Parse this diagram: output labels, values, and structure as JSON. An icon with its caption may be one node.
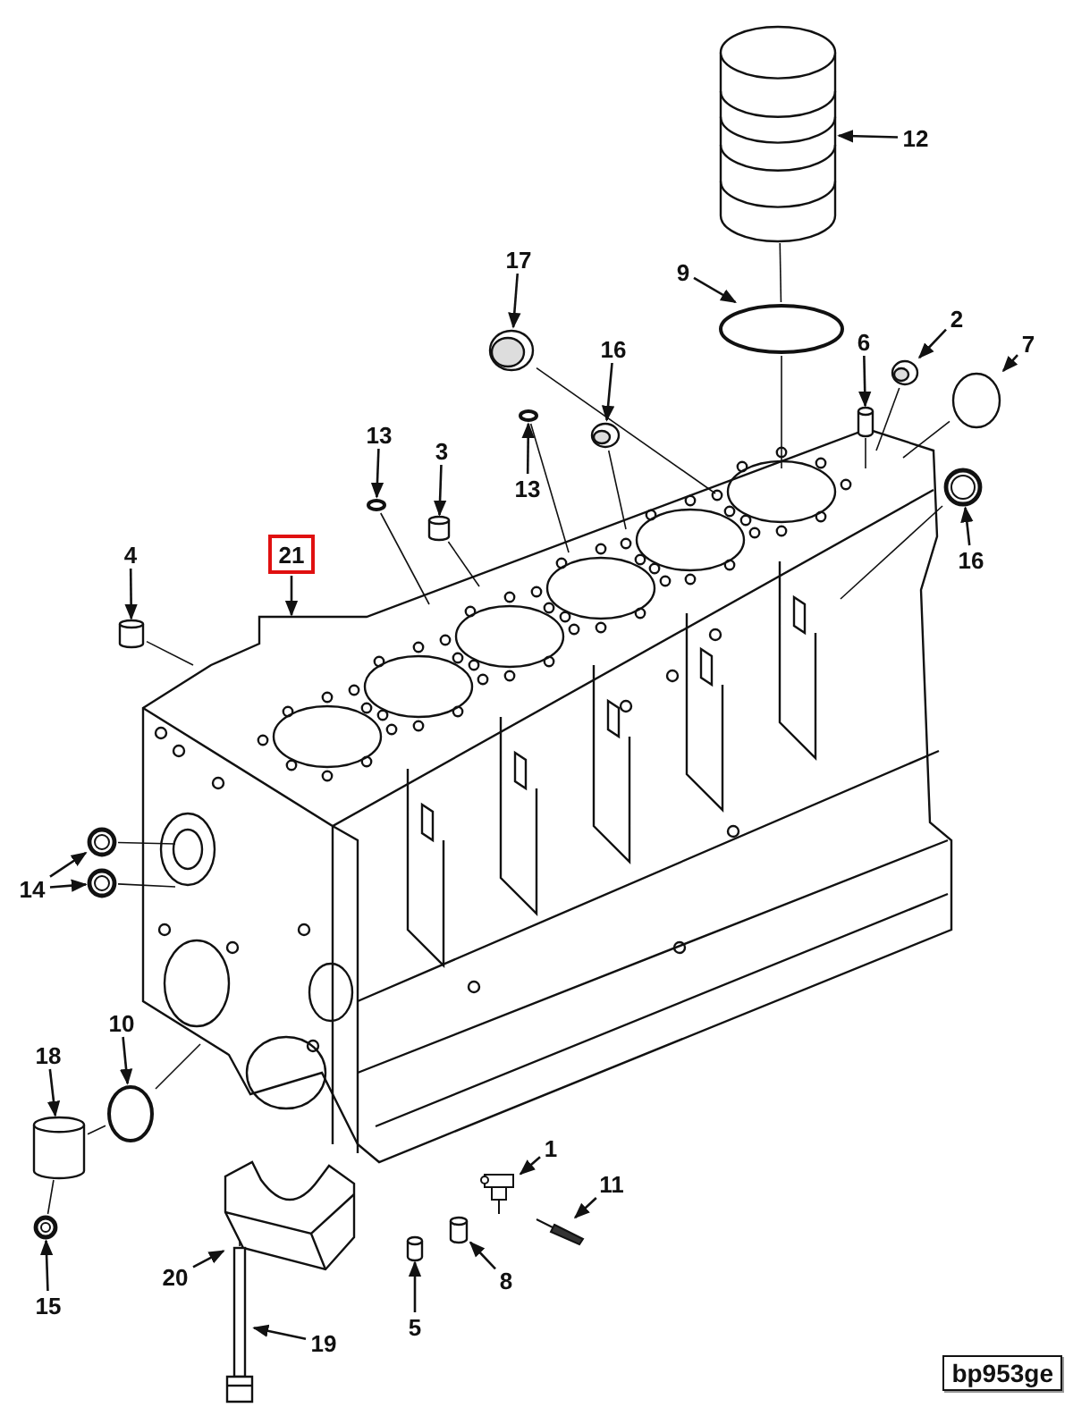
{
  "diagram": {
    "nodes": [
      {
        "text": [
          "12"
        ]
      },
      {
        "text": [],
        "shape": "cylinder"
      },
      {
        "text": [
          "17"
        ]
      },
      {
        "text": [],
        "shape": "circle"
      },
      {
        "text": [
          "9"
        ]
      },
      {
        "text": [],
        "shape": "circle"
      },
      {
        "text": [
          "6"
        ]
      },
      {
        "text": [],
        "shape": "cylinder"
      },
      {
        "text": [
          "2"
        ]
      },
      {
        "text": [],
        "shape": "circle"
      },
      {
        "text": [
          "7"
        ]
      },
      {
        "text": [],
        "shape": "circle"
      },
      {
        "text": [
          "16"
        ]
      },
      {
        "text": [],
        "shape": "circle"
      },
      {
        "text": [
          "13"
        ]
      },
      {
        "text": [],
        "shape": "circle"
      },
      {
        "text": [
          "3"
        ]
      },
      {
        "text": [],
        "shape": "cylinder"
      },
      {
        "text": [
          "13"
        ]
      },
      {
        "text": [],
        "shape": "circle"
      },
      {
        "text": [
          "16"
        ]
      },
      {
        "text": [],
        "shape": "circle"
      },
      {
        "text": [
          "4"
        ]
      },
      {
        "text": [],
        "shape": "cylinder"
      },
      {
        "text": [
          "21"
        ]
      },
      {
        "text": [],
        "shape": "picture"
      },
      {
        "text": [
          "14"
        ]
      },
      {
        "text": [],
        "shape": "circle"
      },
      {
        "text": [],
        "shape": "circle"
      },
      {
        "text": [
          "18"
        ]
      },
      {
        "text": [],
        "shape": "cylinder"
      },
      {
        "text": [
          "10"
        ]
      },
      {
        "text": [],
        "shape": "circle"
      },
      {
        "text": [
          "1"
        ]
      },
      {
        "text": [],
        "shape": "picture"
      },
      {
        "text": [
          "11"
        ]
      },
      {
        "text": [],
        "shape": "picture"
      },
      {
        "text": [
          "15"
        ]
      },
      {
        "text": [],
        "shape": "circle"
      },
      {
        "text": [
          "20"
        ]
      },
      {
        "text": [],
        "shape": "picture"
      },
      {
        "text": [
          "8"
        ]
      },
      {
        "text": [],
        "shape": "cylinder"
      },
      {
        "text": [
          "5"
        ]
      },
      {
        "text": [],
        "shape": "cylinder"
      },
      {
        "text": [
          "19"
        ]
      },
      {
        "text": [],
        "shape": "picture"
      }
    ],
    "edges": [
      {
        "from": 0,
        "to": 1,
        "arrow": "to"
      },
      {
        "from": 2,
        "to": 3,
        "arrow": "to"
      },
      {
        "from": 4,
        "to": 5,
        "arrow": "to"
      },
      {
        "from": 6,
        "to": 7,
        "arrow": "to"
      },
      {
        "from": 8,
        "to": 9,
        "arrow": "to"
      },
      {
        "from": 10,
        "to": 11,
        "arrow": "to"
      },
      {
        "from": 12,
        "to": 13,
        "arrow": "to"
      },
      {
        "from": 14,
        "to": 15,
        "arrow": "to"
      },
      {
        "from": 16,
        "to": 17,
        "arrow": "to"
      },
      {
        "from": 18,
        "to": 19,
        "arrow": "to"
      },
      {
        "from": 20,
        "to": 21,
        "arrow": "to"
      },
      {
        "from": 22,
        "to": 23,
        "arrow": "to"
      },
      {
        "from": 24,
        "to": 25,
        "arrow": "to"
      },
      {
        "from": 26,
        "to": 27,
        "arrow": "to"
      },
      {
        "from": 26,
        "to": 28,
        "arrow": "to"
      },
      {
        "from": 29,
        "to": 30,
        "arrow": "to"
      },
      {
        "from": 31,
        "to": 32,
        "arrow": "to"
      },
      {
        "from": 33,
        "to": 34,
        "arrow": "to"
      },
      {
        "from": 35,
        "to": 36,
        "arrow": "to"
      },
      {
        "from": 37,
        "to": 38,
        "arrow": "to"
      },
      {
        "from": 39,
        "to": 40,
        "arrow": "to"
      },
      {
        "from": 41,
        "to": 42,
        "arrow": "to"
      },
      {
        "from": 43,
        "to": 44,
        "arrow": "to"
      },
      {
        "from": 45,
        "to": 46,
        "arrow": "to"
      },
      {
        "from": 1,
        "to": 5,
        "arrow": "none"
      },
      {
        "from": 5,
        "to": 25,
        "arrow": "none"
      },
      {
        "from": 3,
        "to": 25,
        "arrow": "none"
      },
      {
        "from": 13,
        "to": 25,
        "arrow": "none"
      },
      {
        "from": 9,
        "to": 25,
        "arrow": "none"
      },
      {
        "from": 11,
        "to": 25,
        "arrow": "none"
      },
      {
        "from": 7,
        "to": 25,
        "arrow": "none"
      },
      {
        "from": 21,
        "to": 25,
        "arrow": "none"
      },
      {
        "from": 15,
        "to": 25,
        "arrow": "none"
      },
      {
        "from": 17,
        "to": 25,
        "arrow": "none"
      },
      {
        "from": 19,
        "to": 25,
        "arrow": "none"
      },
      {
        "from": 23,
        "to": 25,
        "arrow": "none"
      },
      {
        "from": 27,
        "to": 25,
        "arrow": "none"
      },
      {
        "from": 28,
        "to": 25,
        "arrow": "none"
      },
      {
        "from": 38,
        "to": 30,
        "arrow": "none"
      },
      {
        "from": 30,
        "to": 32,
        "arrow": "none"
      },
      {
        "from": 32,
        "to": 25,
        "arrow": "none"
      },
      {
        "from": 46,
        "to": 40,
        "arrow": "none"
      }
    ],
    "labels": [
      "bp953ge"
    ]
  }
}
